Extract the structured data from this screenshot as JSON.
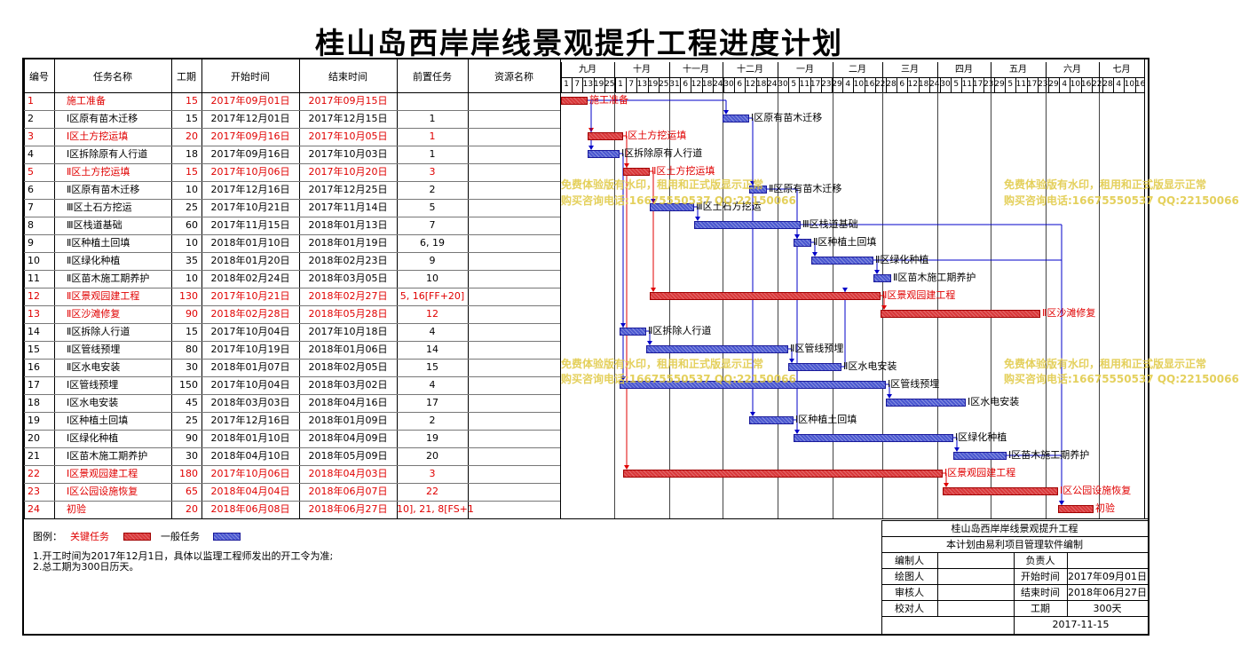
{
  "title": "桂山岛西岸岸线景观提升工程进度计划",
  "columns": [
    "编号",
    "任务名称",
    "工期",
    "开始时间",
    "结束时间",
    "前置任务",
    "资源名称"
  ],
  "months": [
    "九月",
    "十月",
    "十一月",
    "十二月",
    "一月",
    "二月",
    "三月",
    "四月",
    "五月",
    "六月",
    "七月"
  ],
  "day_ticks": [
    "1",
    "7",
    "13",
    "19",
    "25",
    "1",
    "7",
    "13",
    "19",
    "25",
    "31",
    "6",
    "12",
    "18",
    "24",
    "30",
    "6",
    "12",
    "18",
    "24",
    "30",
    "5",
    "11",
    "17",
    "23",
    "29",
    "4",
    "10",
    "16",
    "22",
    "28",
    "6",
    "12",
    "18",
    "24",
    "30",
    "5",
    "11",
    "17",
    "23",
    "29",
    "5",
    "11",
    "17",
    "23",
    "29",
    "4",
    "10",
    "16",
    "22",
    "28",
    "4",
    "10",
    "16"
  ],
  "watermark": {
    "line1": "免费体验版有水印，租用和正式版显示正常",
    "line2": "购买咨询电话:16675550537 QQ:22150066"
  },
  "colors": {
    "critical": "#d9383a",
    "normal": "#4a57d0",
    "critical_text": "#e00000",
    "link_red": "#e00000",
    "link_blue": "#0000c8"
  },
  "legend": {
    "label": "图例：",
    "critical": "关键任务",
    "normal": "一般任务"
  },
  "notes": [
    "1.开工时间为2017年12月1日，具体以监理工程师发出的开工令为准;",
    "2.总工期为300日历天。"
  ],
  "info_box": {
    "project": "桂山岛西岸岸线景观提升工程",
    "software": "本计划由易利项目管理软件编制",
    "editor_label": "编制人",
    "editor": "",
    "owner_label": "负责人",
    "owner": "",
    "drawer_label": "绘图人",
    "drawer": "",
    "start_label": "开始时间",
    "start": "2017年09月01日",
    "reviewer_label": "审核人",
    "reviewer": "",
    "end_label": "结束时间",
    "end": "2018年06月27日",
    "checker_label": "校对人",
    "checker": "",
    "duration_label": "工期",
    "duration": "300天",
    "date": "2017-11-15"
  },
  "chart_data": {
    "type": "gantt",
    "title": "桂山岛西岸岸线景观提升工程进度计划",
    "x_range": [
      "2017-09-01",
      "2018-07-21"
    ],
    "tasks": [
      {
        "id": "1",
        "name": "施工准备",
        "duration": "15",
        "start": "2017年09月01日",
        "end": "2017年09月15日",
        "pred": "",
        "resource": "",
        "critical": true,
        "s": "2017-09-01",
        "e": "2017-09-15"
      },
      {
        "id": "2",
        "name": "Ⅰ区原有苗木迁移",
        "duration": "15",
        "start": "2017年12月01日",
        "end": "2017年12月15日",
        "pred": "1",
        "resource": "",
        "critical": false,
        "s": "2017-12-01",
        "e": "2017-12-15"
      },
      {
        "id": "3",
        "name": "Ⅰ区土方挖运填",
        "duration": "20",
        "start": "2017年09月16日",
        "end": "2017年10月05日",
        "pred": "1",
        "resource": "",
        "critical": true,
        "s": "2017-09-16",
        "e": "2017-10-05"
      },
      {
        "id": "4",
        "name": "Ⅰ区拆除原有人行道",
        "duration": "18",
        "start": "2017年09月16日",
        "end": "2017年10月03日",
        "pred": "1",
        "resource": "",
        "critical": false,
        "s": "2017-09-16",
        "e": "2017-10-03"
      },
      {
        "id": "5",
        "name": "Ⅱ区土方挖运填",
        "duration": "15",
        "start": "2017年10月06日",
        "end": "2017年10月20日",
        "pred": "3",
        "resource": "",
        "critical": true,
        "s": "2017-10-06",
        "e": "2017-10-20"
      },
      {
        "id": "6",
        "name": "Ⅱ区原有苗木迁移",
        "duration": "10",
        "start": "2017年12月16日",
        "end": "2017年12月25日",
        "pred": "2",
        "resource": "",
        "critical": false,
        "s": "2017-12-16",
        "e": "2017-12-25"
      },
      {
        "id": "7",
        "name": "Ⅲ区土石方挖运",
        "duration": "25",
        "start": "2017年10月21日",
        "end": "2017年11月14日",
        "pred": "5",
        "resource": "",
        "critical": false,
        "s": "2017-10-21",
        "e": "2017-11-14"
      },
      {
        "id": "8",
        "name": "Ⅲ区栈道基础",
        "duration": "60",
        "start": "2017年11月15日",
        "end": "2018年01月13日",
        "pred": "7",
        "resource": "",
        "critical": false,
        "s": "2017-11-15",
        "e": "2018-01-13"
      },
      {
        "id": "9",
        "name": "Ⅱ区种植土回填",
        "duration": "10",
        "start": "2018年01月10日",
        "end": "2018年01月19日",
        "pred": "6, 19",
        "resource": "",
        "critical": false,
        "s": "2018-01-10",
        "e": "2018-01-19"
      },
      {
        "id": "10",
        "name": "Ⅱ区绿化种植",
        "duration": "35",
        "start": "2018年01月20日",
        "end": "2018年02月23日",
        "pred": "9",
        "resource": "",
        "critical": false,
        "s": "2018-01-20",
        "e": "2018-02-23"
      },
      {
        "id": "11",
        "name": "Ⅱ区苗木施工期养护",
        "duration": "10",
        "start": "2018年02月24日",
        "end": "2018年03月05日",
        "pred": "10",
        "resource": "",
        "critical": false,
        "s": "2018-02-24",
        "e": "2018-03-05"
      },
      {
        "id": "12",
        "name": "Ⅱ区景观园建工程",
        "duration": "130",
        "start": "2017年10月21日",
        "end": "2018年02月27日",
        "pred": "5, 16[FF+20]",
        "resource": "",
        "critical": true,
        "s": "2017-10-21",
        "e": "2018-02-27"
      },
      {
        "id": "13",
        "name": "Ⅱ区沙滩修复",
        "duration": "90",
        "start": "2018年02月28日",
        "end": "2018年05月28日",
        "pred": "12",
        "resource": "",
        "critical": true,
        "s": "2018-02-28",
        "e": "2018-05-28"
      },
      {
        "id": "14",
        "name": "Ⅱ区拆除人行道",
        "duration": "15",
        "start": "2017年10月04日",
        "end": "2017年10月18日",
        "pred": "4",
        "resource": "",
        "critical": false,
        "s": "2017-10-04",
        "e": "2017-10-18"
      },
      {
        "id": "15",
        "name": "Ⅱ区管线预埋",
        "duration": "80",
        "start": "2017年10月19日",
        "end": "2018年01月06日",
        "pred": "14",
        "resource": "",
        "critical": false,
        "s": "2017-10-19",
        "e": "2018-01-06"
      },
      {
        "id": "16",
        "name": "Ⅱ区水电安装",
        "duration": "30",
        "start": "2018年01月07日",
        "end": "2018年02月05日",
        "pred": "15",
        "resource": "",
        "critical": false,
        "s": "2018-01-07",
        "e": "2018-02-05"
      },
      {
        "id": "17",
        "name": "Ⅰ区管线预埋",
        "duration": "150",
        "start": "2017年10月04日",
        "end": "2018年03月02日",
        "pred": "4",
        "resource": "",
        "critical": false,
        "s": "2017-10-04",
        "e": "2018-03-02"
      },
      {
        "id": "18",
        "name": "Ⅰ区水电安装",
        "duration": "45",
        "start": "2018年03月03日",
        "end": "2018年04月16日",
        "pred": "17",
        "resource": "",
        "critical": false,
        "s": "2018-03-03",
        "e": "2018-04-16"
      },
      {
        "id": "19",
        "name": "Ⅰ区种植土回填",
        "duration": "25",
        "start": "2017年12月16日",
        "end": "2018年01月09日",
        "pred": "2",
        "resource": "",
        "critical": false,
        "s": "2017-12-16",
        "e": "2018-01-09"
      },
      {
        "id": "20",
        "name": "Ⅰ区绿化种植",
        "duration": "90",
        "start": "2018年01月10日",
        "end": "2018年04月09日",
        "pred": "19",
        "resource": "",
        "critical": false,
        "s": "2018-01-10",
        "e": "2018-04-09"
      },
      {
        "id": "21",
        "name": "Ⅰ区苗木施工期养护",
        "duration": "30",
        "start": "2018年04月10日",
        "end": "2018年05月09日",
        "pred": "20",
        "resource": "",
        "critical": false,
        "s": "2018-04-10",
        "e": "2018-05-09"
      },
      {
        "id": "22",
        "name": "Ⅰ区景观园建工程",
        "duration": "180",
        "start": "2017年10月06日",
        "end": "2018年04月03日",
        "pred": "3",
        "resource": "",
        "critical": true,
        "s": "2017-10-06",
        "e": "2018-04-03"
      },
      {
        "id": "23",
        "name": "Ⅰ区公园设施恢复",
        "duration": "65",
        "start": "2018年04月04日",
        "end": "2018年06月07日",
        "pred": "22",
        "resource": "",
        "critical": true,
        "s": "2018-04-04",
        "e": "2018-06-07"
      },
      {
        "id": "24",
        "name": "初验",
        "duration": "20",
        "start": "2018年06月08日",
        "end": "2018年06月27日",
        "pred": "10], 21, 8[FS+1",
        "resource": "",
        "critical": true,
        "s": "2018-06-08",
        "e": "2018-06-27"
      }
    ]
  }
}
